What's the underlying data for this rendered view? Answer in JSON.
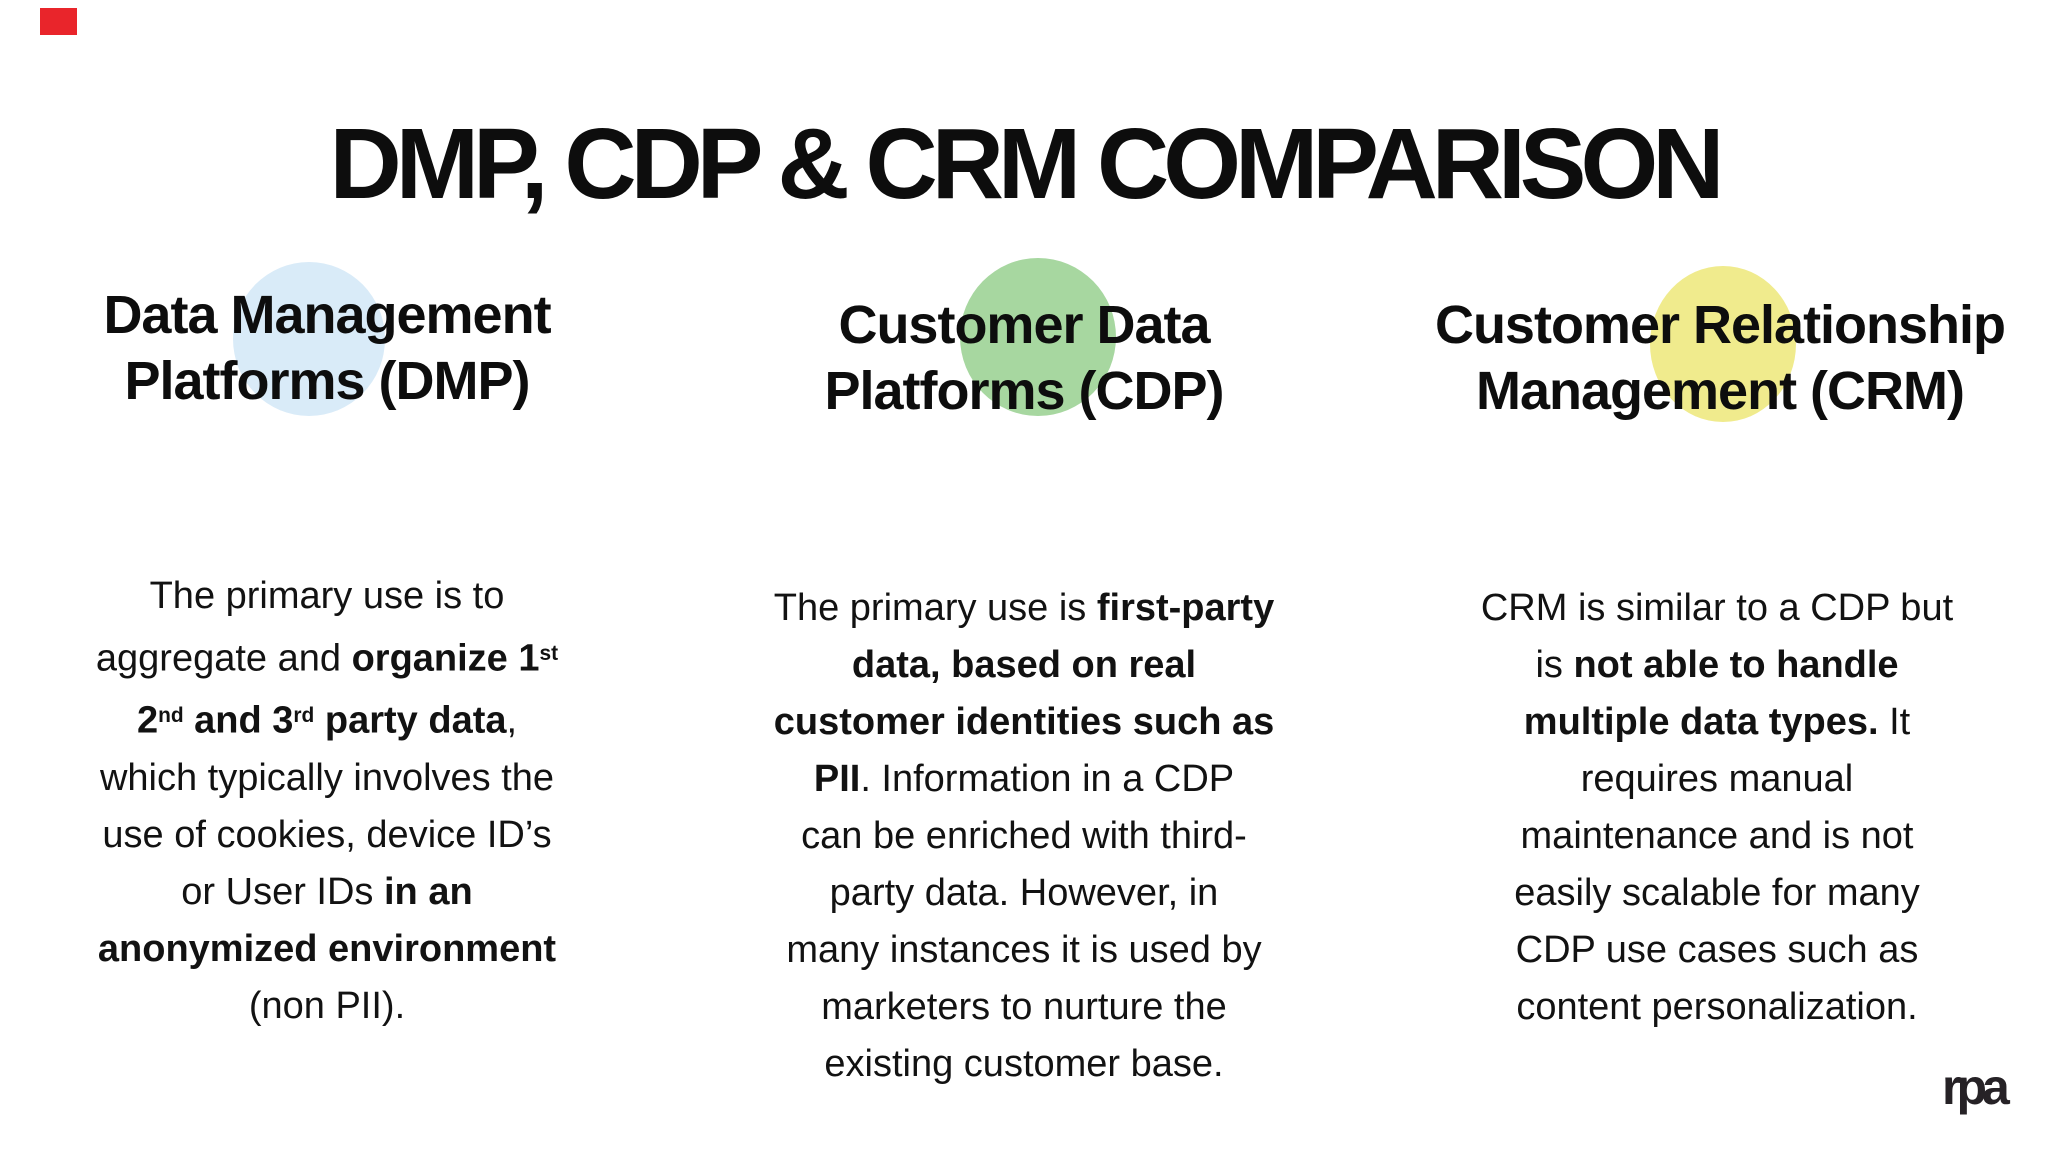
{
  "marker": {
    "color": "#e9252b"
  },
  "title": "DMP, CDP & CRM COMPARISON",
  "logo": "rpa",
  "columns": [
    {
      "id": "dmp",
      "heading_line1": "Data Management",
      "heading_line2": "Platforms (DMP)",
      "circle_color": "#d9ebf8",
      "paragraph": [
        {
          "text": "The primary use is to"
        },
        {
          "br": true
        },
        {
          "text": "aggregate and "
        },
        {
          "text": "organize 1",
          "bold": true
        },
        {
          "text": "st",
          "bold": true,
          "sup": true
        },
        {
          "br": true
        },
        {
          "text": "2",
          "bold": true
        },
        {
          "text": "nd",
          "bold": true,
          "sup": true
        },
        {
          "text": " and 3",
          "bold": true
        },
        {
          "text": "rd",
          "bold": true,
          "sup": true
        },
        {
          "text": " party data",
          "bold": true
        },
        {
          "text": ","
        },
        {
          "br": true
        },
        {
          "text": "which typically involves the"
        },
        {
          "br": true
        },
        {
          "text": "use of cookies, device ID’s"
        },
        {
          "br": true
        },
        {
          "text": "or  User IDs "
        },
        {
          "text": "in an",
          "bold": true
        },
        {
          "br": true
        },
        {
          "text": "anonymized environment",
          "bold": true
        },
        {
          "br": true
        },
        {
          "text": "(non PII)."
        }
      ]
    },
    {
      "id": "cdp",
      "heading_line1": "Customer Data",
      "heading_line2": "Platforms (CDP)",
      "circle_color": "#a7d7a0",
      "paragraph": [
        {
          "text": "The primary use is "
        },
        {
          "text": "first-party",
          "bold": true
        },
        {
          "br": true
        },
        {
          "text": "data, based on real",
          "bold": true
        },
        {
          "br": true
        },
        {
          "text": "customer identities such as",
          "bold": true
        },
        {
          "br": true
        },
        {
          "text": "PII",
          "bold": true
        },
        {
          "text": ". Information in a CDP"
        },
        {
          "br": true
        },
        {
          "text": "can be enriched with third-"
        },
        {
          "br": true
        },
        {
          "text": "party data. However, in"
        },
        {
          "br": true
        },
        {
          "text": "many instances it is used by"
        },
        {
          "br": true
        },
        {
          "text": "marketers to nurture the"
        },
        {
          "br": true
        },
        {
          "text": "existing customer base."
        }
      ]
    },
    {
      "id": "crm",
      "heading_line1": "Customer Relationship",
      "heading_line2": "Management (CRM)",
      "circle_color": "#f0eb8d",
      "paragraph": [
        {
          "text": "CRM is similar to a CDP but"
        },
        {
          "br": true
        },
        {
          "text": "is "
        },
        {
          "text": "not able to handle",
          "bold": true
        },
        {
          "br": true
        },
        {
          "text": "multiple data types.",
          "bold": true
        },
        {
          "text": " It"
        },
        {
          "br": true
        },
        {
          "text": "requires manual"
        },
        {
          "br": true
        },
        {
          "text": "maintenance and is not"
        },
        {
          "br": true
        },
        {
          "text": "easily scalable for many"
        },
        {
          "br": true
        },
        {
          "text": "CDP use cases such as"
        },
        {
          "br": true
        },
        {
          "text": "content personalization."
        }
      ]
    }
  ]
}
